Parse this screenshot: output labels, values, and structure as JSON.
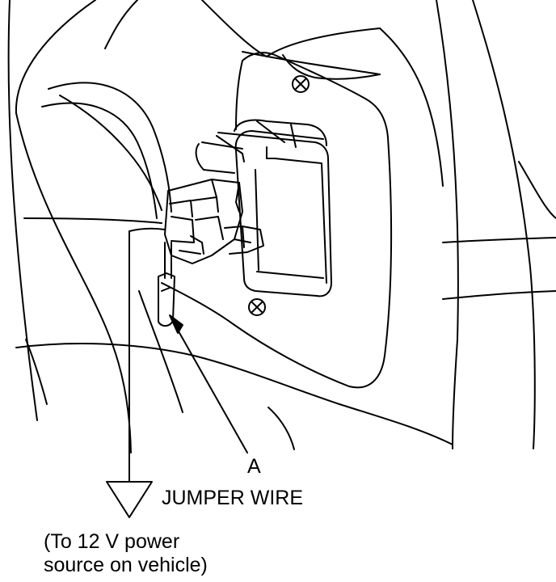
{
  "labels": {
    "callout": "A",
    "jumper_wire": "JUMPER WIRE",
    "power_line1": "(To 12 V power",
    "power_line2": "source on vehicle)"
  },
  "colors": {
    "ink": "#000000",
    "paper": "#ffffff"
  },
  "icons": {
    "ground_symbol": "downward-triangle",
    "screw": "phillips-screw"
  }
}
